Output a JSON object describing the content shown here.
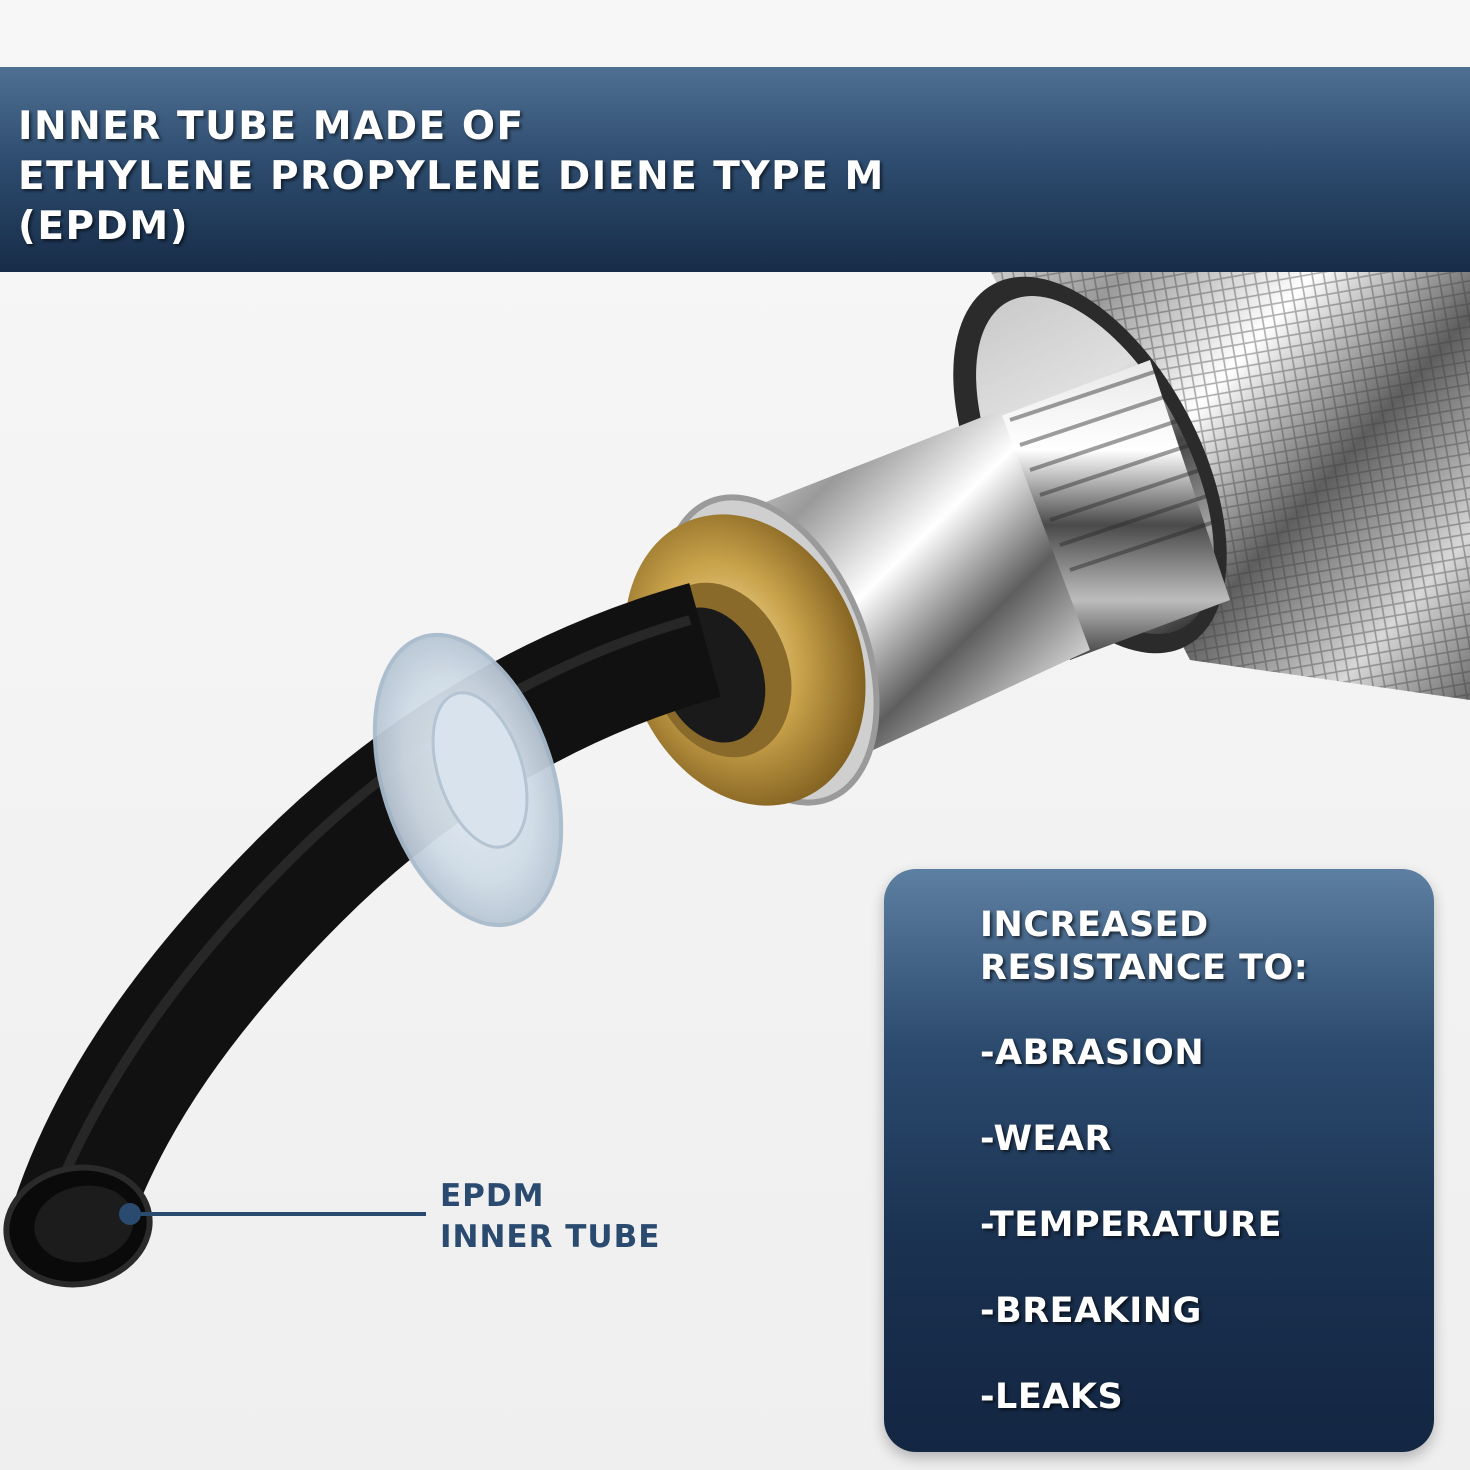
{
  "banner": {
    "lines": [
      "INNER TUBE MADE OF",
      "ETHYLENE PROPYLENE DIENE TYPE M",
      "(EPDM)"
    ]
  },
  "callout": {
    "line1": "EPDM",
    "line2": "INNER TUBE"
  },
  "resistance": {
    "heading1": "INCREASED",
    "heading2": "RESISTANCE TO:",
    "items": [
      "-ABRASION",
      "-WEAR",
      "-TEMPERATURE",
      "-BREAKING",
      "-LEAKS"
    ]
  },
  "colors": {
    "banner_blue": "#2e4d70",
    "card_blue": "#1a3150",
    "label_blue": "#2a4a70",
    "brass": "#c9a24a",
    "tube_black": "#111111"
  }
}
